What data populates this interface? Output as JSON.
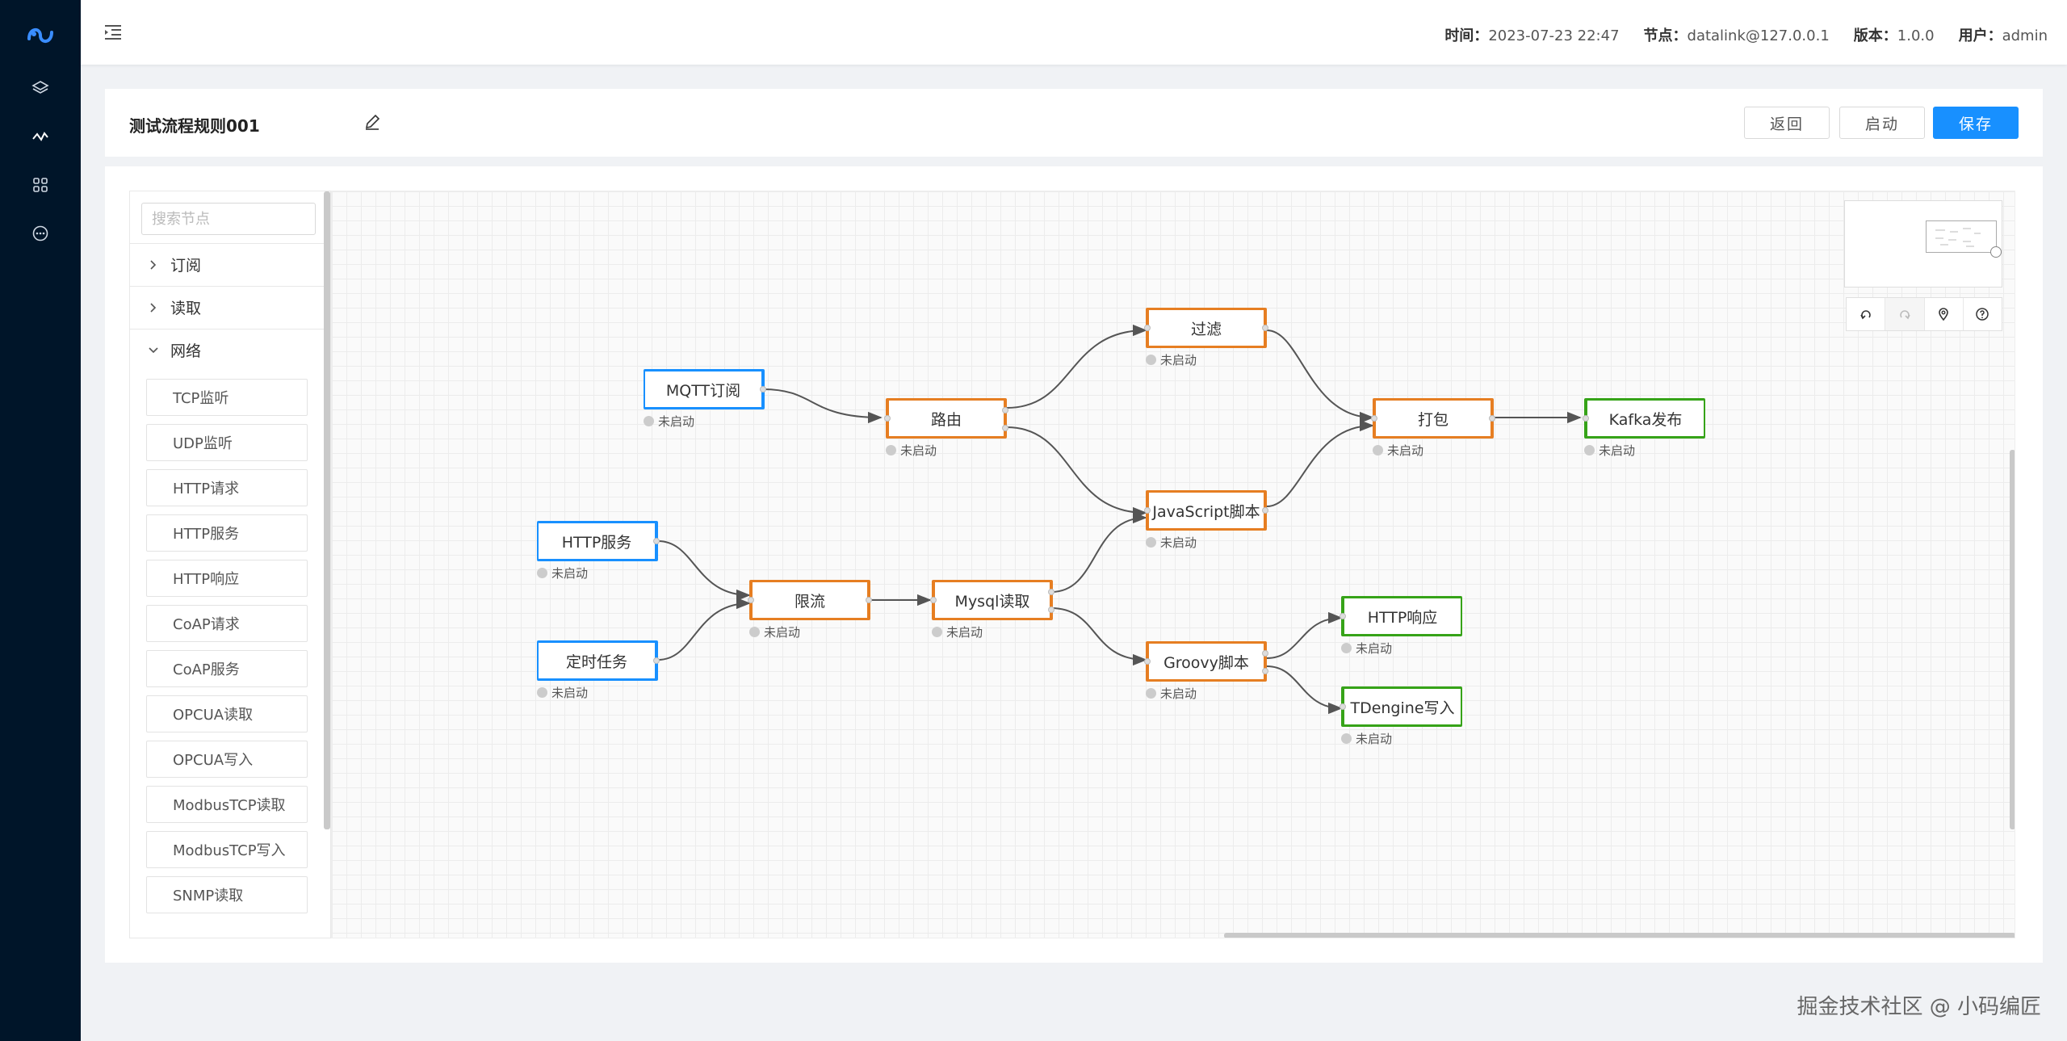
{
  "header": {
    "time_label": "时间：",
    "time_value": "2023-07-23 22:47",
    "node_label": "节点：",
    "node_value": "datalink@127.0.0.1",
    "version_label": "版本：",
    "version_value": "1.0.0",
    "user_label": "用户：",
    "user_value": "admin"
  },
  "title": {
    "text": "测试流程规则001"
  },
  "actions": {
    "back": "返回",
    "start": "启动",
    "save": "保存"
  },
  "sidebar": {
    "search_placeholder": "搜索节点",
    "groups": [
      {
        "label": "订阅",
        "expanded": false
      },
      {
        "label": "读取",
        "expanded": false
      },
      {
        "label": "网络",
        "expanded": true
      }
    ],
    "items": [
      "TCP监听",
      "UDP监听",
      "HTTP请求",
      "HTTP服务",
      "HTTP响应",
      "CoAP请求",
      "CoAP服务",
      "OPCUA读取",
      "OPCUA写入",
      "ModbusTCP读取",
      "ModbusTCP写入",
      "SNMP读取"
    ]
  },
  "flow": {
    "status_text": "未启动",
    "nodes": {
      "mqtt": "MQTT订阅",
      "router": "路由",
      "filter": "过滤",
      "js": "JavaScript脚本",
      "pack": "打包",
      "kafka": "Kafka发布",
      "http_service": "HTTP服务",
      "timer": "定时任务",
      "limit": "限流",
      "mysql": "Mysql读取",
      "groovy": "Groovy脚本",
      "http_resp": "HTTP响应",
      "tdengine": "TDengine写入"
    }
  },
  "colors": {
    "source": "#1890ff",
    "process": "#e67e22",
    "sink": "#36a318",
    "primary": "#1890ff",
    "rail": "#001529"
  },
  "watermark": "掘金技术社区 @ 小码编匠"
}
